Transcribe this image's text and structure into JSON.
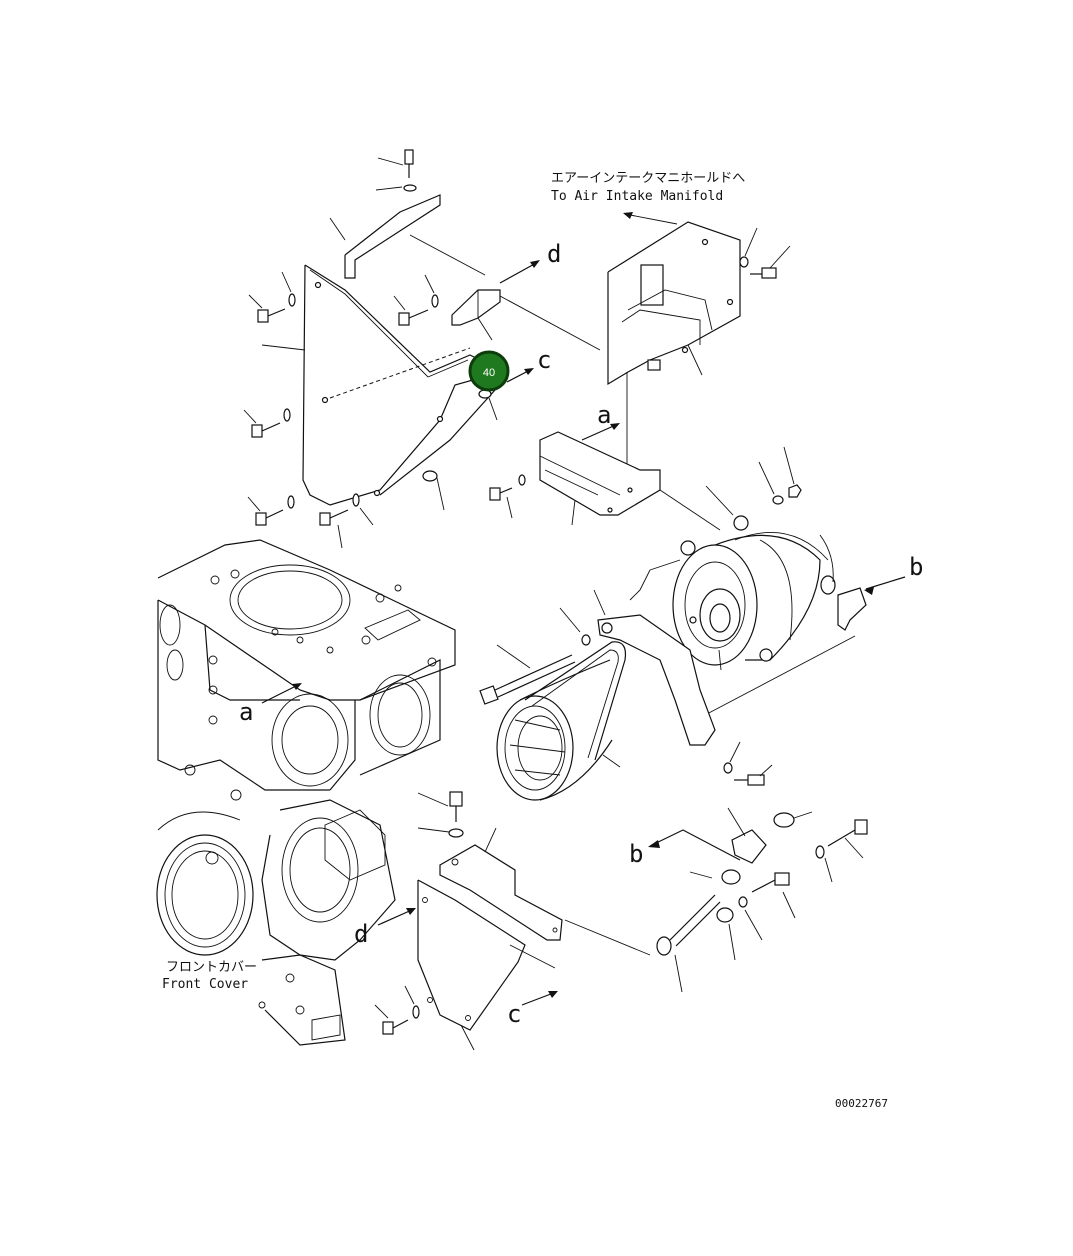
{
  "annotations": {
    "air_intake_jp": "エアーインテークマニホールドへ",
    "air_intake_en": "To Air Intake Manifold",
    "front_cover_jp": "フロントカバー",
    "front_cover_en": "Front Cover",
    "drawing_number": "00022767"
  },
  "callout": {
    "label": "40",
    "color": "#1f7a1f",
    "border_color": "#0d3d0d",
    "text_color": "#ffffff"
  },
  "reference_letters": {
    "a_upper": "a",
    "a_lower": "a",
    "b_right": "b",
    "b_lower": "b",
    "c_upper": "c",
    "c_lower": "c",
    "d_upper": "d",
    "d_lower": "d"
  }
}
